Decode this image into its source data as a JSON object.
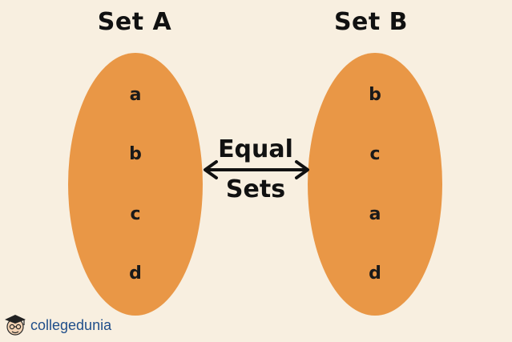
{
  "set_a": {
    "title": "Set A",
    "elements": [
      "a",
      "b",
      "c",
      "d"
    ]
  },
  "set_b": {
    "title": "Set B",
    "elements": [
      "b",
      "c",
      "a",
      "d"
    ]
  },
  "relation": {
    "line1": "Equal",
    "line2": "Sets"
  },
  "logo": {
    "text": "collegedunia"
  },
  "colors": {
    "background": "#f8efe0",
    "set_fill": "#e99746",
    "text": "#111111",
    "logo_text": "#1f4e8a"
  }
}
